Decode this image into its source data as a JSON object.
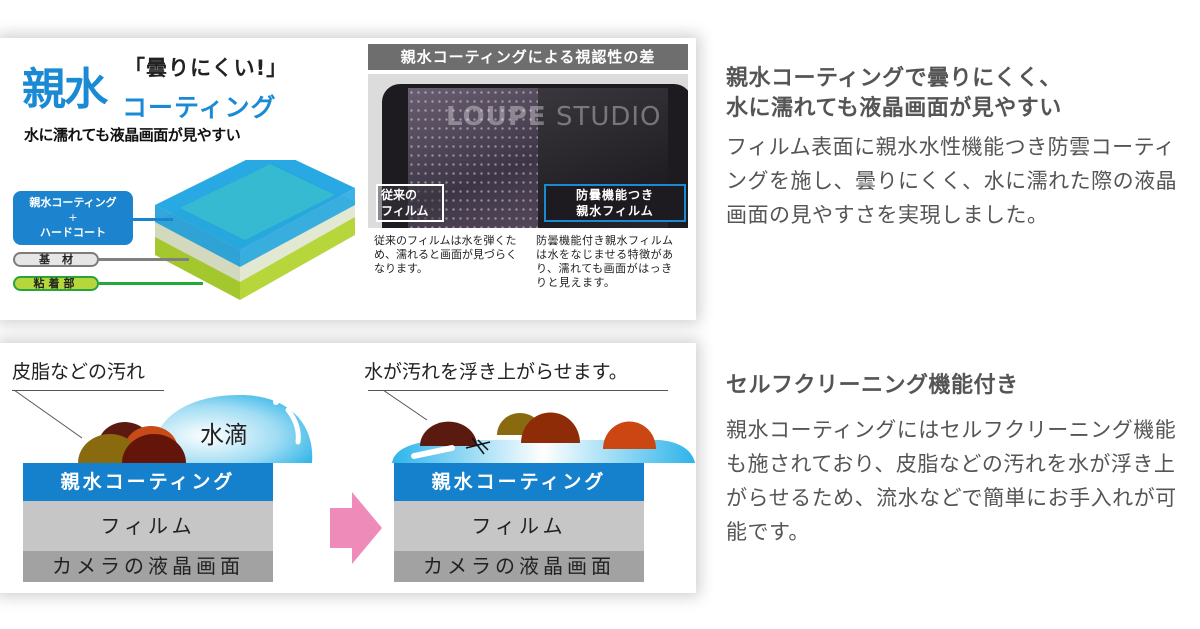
{
  "hero": {
    "bracket_tag": "「曇りにくい!」",
    "big_title": "親水",
    "coating_word": "コーティング",
    "tagline": "水に濡れても液晶画面が見やすい"
  },
  "layer_labels": {
    "coating_line1": "親水コーティング",
    "coating_plus": "+",
    "coating_line2": "ハードコート",
    "base": "基材",
    "adhesive": "粘着部"
  },
  "comparison": {
    "title": "親水コーティングによる視認性の差",
    "watermark_bold": "LOUPE",
    "watermark_light": "STUDIO",
    "left_tag_line1": "従来の",
    "left_tag_line2": "フィルム",
    "right_tag_line1": "防曇機能つき",
    "right_tag_line2": "親水フィルム",
    "left_caption": "従来のフィルムは水を弾くため、濡れると画面が見づらくなります。",
    "right_caption": "防曇機能付き親水フィルムは水をなじませる特徴があり、濡れても画面がはっきりと見えます。"
  },
  "side_section_1": {
    "heading_line1": "親水コーティングで曇りにくく、",
    "heading_line2": "水に濡れても液晶画面が見やすい",
    "body": "フィルム表面に親水水性機能つき防雲コーティングを施し、曇りにくく、水に濡れた際の液晶画面の見やすさを実現しました。"
  },
  "side_section_2": {
    "heading": "セルフクリーニング機能付き",
    "body": "親水コーティングにはセルフクリーニング機能も施されており、皮脂などの汚れを水が浮き上がらせるため、流水などで簡単にお手入れが可能です。"
  },
  "diagram_before": {
    "callout": "皮脂などの汚れ",
    "droplet_label": "水滴",
    "band_coating": "親水コーティング",
    "band_film": "フィルム",
    "band_lcd": "カメラの液晶画面"
  },
  "diagram_after": {
    "callout": "水が汚れを浮き上がらせます。",
    "band_coating": "親水コーティング",
    "band_film": "フィルム",
    "band_lcd": "カメラの液晶画面"
  },
  "colors": {
    "brand_blue": "#1a8ad4",
    "coating_band": "#1580cc",
    "film_band": "#c6c6c6",
    "lcd_band": "#a2a2a2",
    "adhesive_green": "#b6d63b",
    "arrow_pink": "#ef8bb8",
    "body_text": "#555555"
  }
}
